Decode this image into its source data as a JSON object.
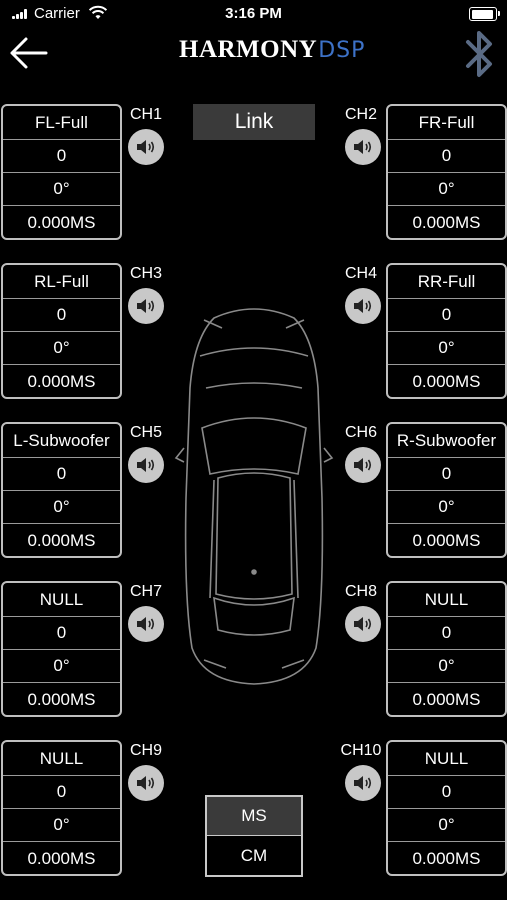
{
  "status_bar": {
    "carrier": "Carrier",
    "time": "3:16 PM"
  },
  "header": {
    "logo_main": "HARMONY",
    "logo_accent": "DSP"
  },
  "link_label": "Link",
  "channels": [
    {
      "ch": "CH1",
      "name": "FL-Full",
      "gain": "0",
      "phase": "0°",
      "delay": "0.000MS"
    },
    {
      "ch": "CH2",
      "name": "FR-Full",
      "gain": "0",
      "phase": "0°",
      "delay": "0.000MS"
    },
    {
      "ch": "CH3",
      "name": "RL-Full",
      "gain": "0",
      "phase": "0°",
      "delay": "0.000MS"
    },
    {
      "ch": "CH4",
      "name": "RR-Full",
      "gain": "0",
      "phase": "0°",
      "delay": "0.000MS"
    },
    {
      "ch": "CH5",
      "name": "L-Subwoofer",
      "gain": "0",
      "phase": "0°",
      "delay": "0.000MS"
    },
    {
      "ch": "CH6",
      "name": "R-Subwoofer",
      "gain": "0",
      "phase": "0°",
      "delay": "0.000MS"
    },
    {
      "ch": "CH7",
      "name": "NULL",
      "gain": "0",
      "phase": "0°",
      "delay": "0.000MS"
    },
    {
      "ch": "CH8",
      "name": "NULL",
      "gain": "0",
      "phase": "0°",
      "delay": "0.000MS"
    },
    {
      "ch": "CH9",
      "name": "NULL",
      "gain": "0",
      "phase": "0°",
      "delay": "0.000MS"
    },
    {
      "ch": "CH10",
      "name": "NULL",
      "gain": "0",
      "phase": "0°",
      "delay": "0.000MS"
    }
  ],
  "unit_toggle": {
    "ms": "MS",
    "cm": "CM",
    "selected": "MS"
  },
  "icons": {
    "back": "back-arrow-icon",
    "bluetooth": "bluetooth-icon",
    "speaker": "speaker-icon",
    "car": "car-top-view"
  },
  "colors": {
    "background": "#000000",
    "accent": "#3d72c8",
    "button_dark": "#3a3a3a",
    "border": "#bfbfbf"
  }
}
